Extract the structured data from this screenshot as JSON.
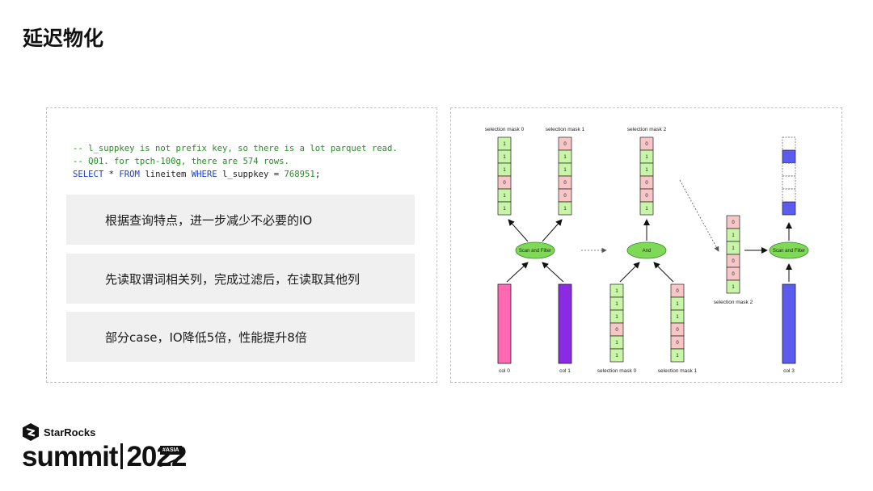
{
  "slide": {
    "title": "延迟物化"
  },
  "code": {
    "line1_comment": "-- l_suppkey is not prefix key, so there is a lot parquet read.",
    "line2_comment": "-- Q01. for tpch-100g, there are 574 rows.",
    "line3": {
      "select": "SELECT",
      "star": " * ",
      "from": "FROM",
      "table": " lineitem ",
      "where": "WHERE",
      "cond": " l_suppkey = ",
      "value": "768951",
      "end": ";"
    }
  },
  "bullets": [
    "根据查询特点，进一步减少不必要的IO",
    "先读取谓词相关列，完成过滤后，在读取其他列",
    "部分case，IO降低5倍，性能提升8倍"
  ],
  "diagram": {
    "labels": {
      "mask0_top": "selection mask 0",
      "mask1_top": "selection mask 1",
      "mask2_top": "selection mask 2",
      "col0": "col 0",
      "col1": "col 1",
      "mask0_bottom": "selection mask 0",
      "mask1_bottom": "selection mask 1",
      "mask2_right": "selection mask 2",
      "col3": "col 3"
    },
    "nodes": {
      "scan_filter_1": "Scan and Filter",
      "and": "And",
      "scan_filter_2": "Scan and Filter"
    },
    "masks": {
      "mask0": [
        "1",
        "1",
        "1",
        "0",
        "1",
        "1"
      ],
      "mask1": [
        "0",
        "1",
        "1",
        "0",
        "0",
        "1"
      ],
      "mask2": [
        "0",
        "1",
        "1",
        "0",
        "0",
        "1"
      ]
    },
    "col3_cells": [
      "empty",
      "filled",
      "empty",
      "empty",
      "empty",
      "filled"
    ],
    "colors": {
      "cell_one": "#c8f5a8",
      "cell_zero": "#f7c6c6",
      "col0": "#ff69b4",
      "col1": "#8a2be2",
      "col3": "#5b5bef",
      "ellipse": "#7ed957"
    }
  },
  "footer": {
    "brand": "StarRocks",
    "event": "summit",
    "year": "2022",
    "tag": "#ASIA"
  }
}
